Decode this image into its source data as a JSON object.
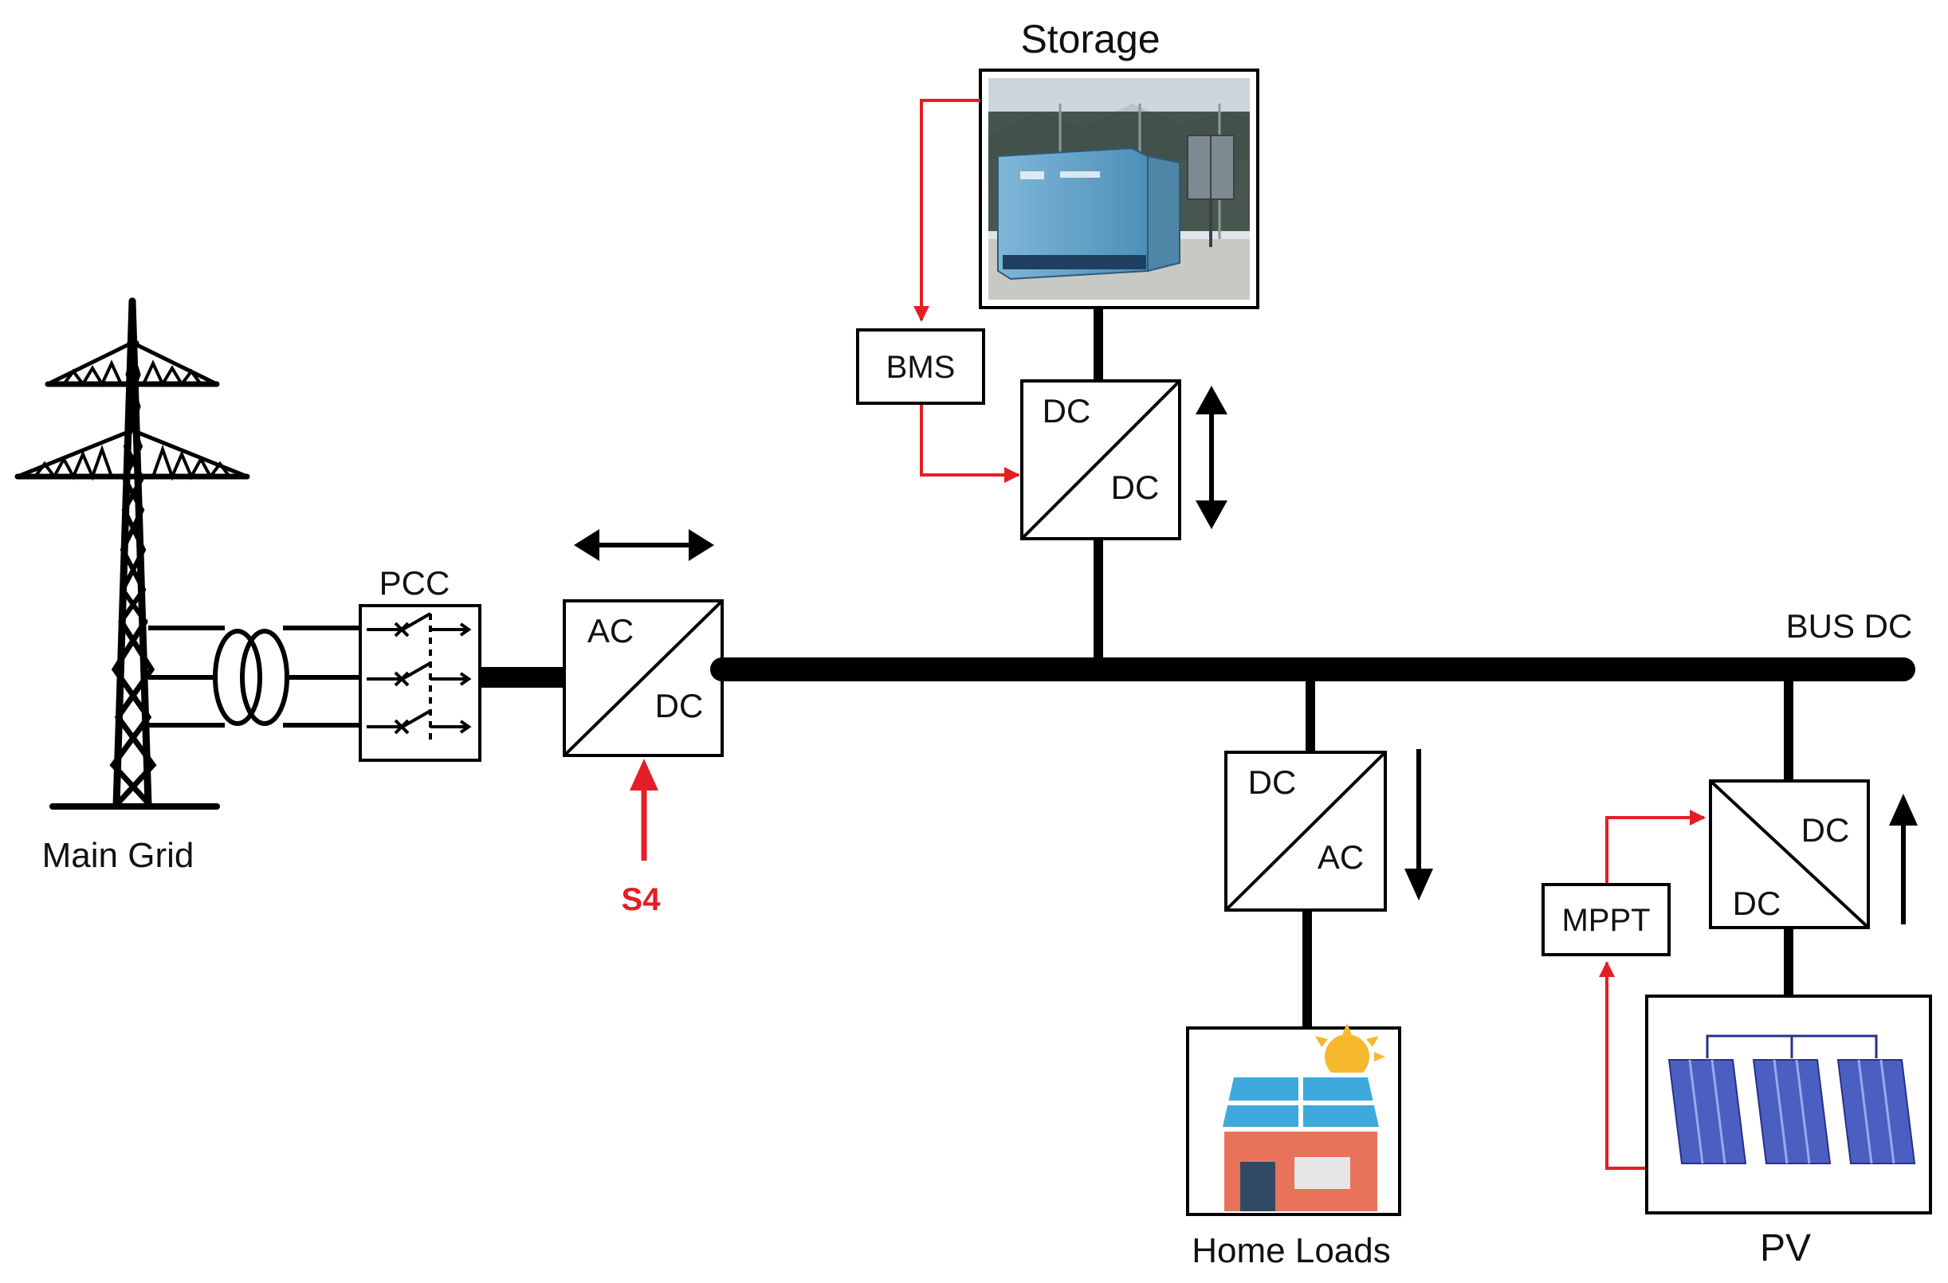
{
  "labels": {
    "storage": "Storage",
    "bms": "BMS",
    "pcc": "PCC",
    "main_grid": "Main Grid",
    "bus_dc": "BUS DC",
    "s4": "S4",
    "mppt": "MPPT",
    "home_loads": "Home Loads",
    "pv": "PV"
  },
  "converters": {
    "grid": {
      "top": "AC",
      "bottom": "DC"
    },
    "storage": {
      "top": "DC",
      "bottom": "DC"
    },
    "home": {
      "top": "DC",
      "bottom": "AC"
    },
    "pv": {
      "top": "DC",
      "bottom": "DC"
    }
  },
  "colors": {
    "line": "#000000",
    "control": "#e41e25",
    "s4_text": "#e41e25",
    "house_wall": "#e8735a",
    "house_door": "#2f4a62",
    "house_window": "#e6e6e6",
    "roof_panel": "#3ea9dc",
    "roof_frame": "#ffffff",
    "sun": "#f5b82e",
    "pv_panel": "#4b5fc0",
    "pv_panel_light": "#9aa9ee",
    "storage_container": "#6aa9d0",
    "storage_sky": "#cfd8de",
    "storage_fence": "#2c3b33"
  },
  "icons": {
    "tower": "transmission-tower-icon",
    "transformer": "transformer-icon",
    "switch": "breaker-switch-icon",
    "house": "house-solar-icon",
    "sun": "sun-icon",
    "solar_array": "solar-array-icon",
    "container": "battery-container-photo"
  }
}
